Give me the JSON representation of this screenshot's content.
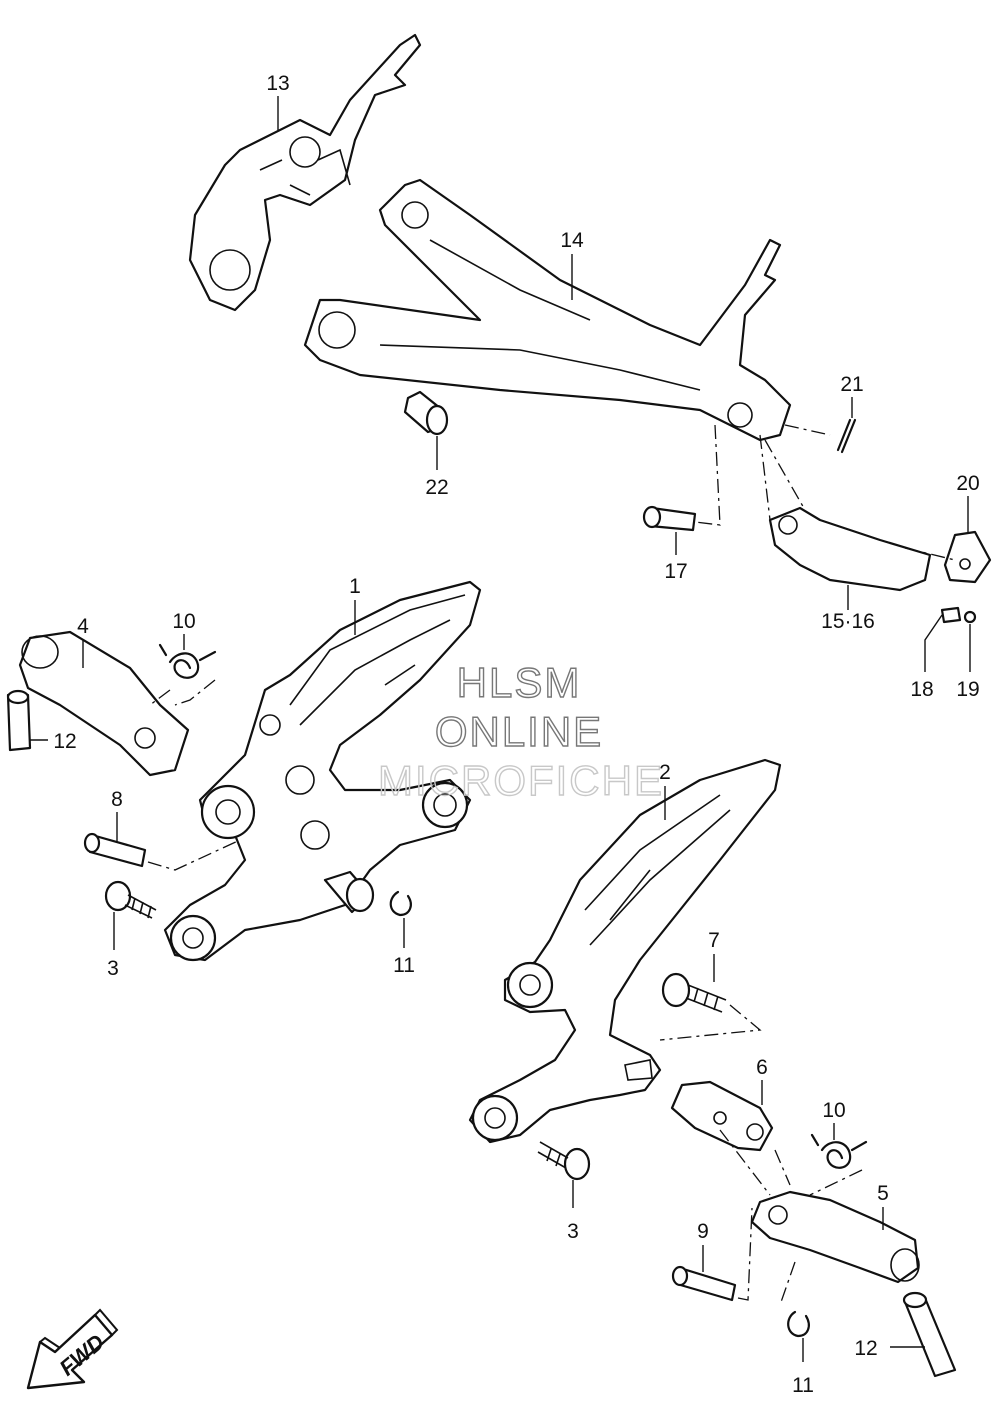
{
  "watermark": {
    "line1": "HLSM",
    "line2": "ONLINE",
    "line3": "MICROFICHE"
  },
  "fwd_label": "FWD",
  "callouts": {
    "c1": "1",
    "c2": "2",
    "c3a": "3",
    "c3b": "3",
    "c4": "4",
    "c5": "5",
    "c6": "6",
    "c7": "7",
    "c8": "8",
    "c9": "9",
    "c10a": "10",
    "c10b": "10",
    "c11a": "11",
    "c11b": "11",
    "c12a": "12",
    "c12b": "12",
    "c13": "13",
    "c14": "14",
    "c15_16": "15·16",
    "c17": "17",
    "c18": "18",
    "c19": "19",
    "c20": "20",
    "c21": "21",
    "c22": "22"
  }
}
